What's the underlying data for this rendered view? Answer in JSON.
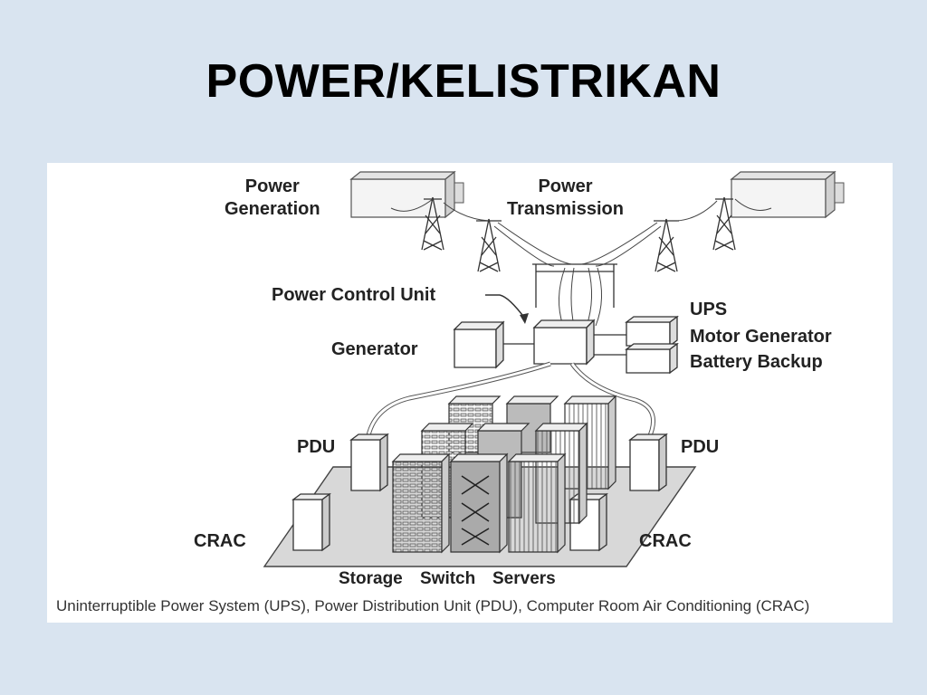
{
  "slide": {
    "title": "POWER/KELISTRIKAN"
  },
  "diagram": {
    "labels": {
      "power_generation": "Power\nGeneration",
      "power_transmission": "Power\nTransmission",
      "power_control_unit": "Power Control Unit",
      "generator": "Generator",
      "ups": "UPS",
      "motor_generator": "Motor Generator",
      "battery_backup": "Battery Backup",
      "pdu_left": "PDU",
      "pdu_right": "PDU",
      "crac_left": "CRAC",
      "crac_right": "CRAC",
      "storage": "Storage",
      "switch": "Switch",
      "servers": "Servers"
    },
    "caption": "Uninterruptible Power System (UPS), Power Distribution Unit (PDU), Computer Room Air Conditioning (CRAC)"
  }
}
